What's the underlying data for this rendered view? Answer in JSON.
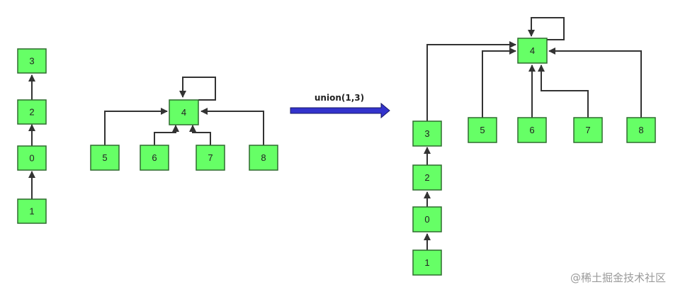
{
  "colors": {
    "node_fill": "#66ff66",
    "node_border": "#2f6b2f",
    "edge": "#333333",
    "op_arrow_fill": "#3333cc",
    "op_arrow_border": "#1a1a66"
  },
  "operation": {
    "label": "union(1,3)",
    "icon": "right-arrow-icon"
  },
  "before": {
    "tree_a": {
      "nodes": [
        "3",
        "2",
        "0",
        "1"
      ],
      "edges": [
        [
          "1",
          "0"
        ],
        [
          "0",
          "2"
        ],
        [
          "2",
          "3"
        ]
      ]
    },
    "tree_b": {
      "nodes": [
        "4",
        "5",
        "6",
        "7",
        "8"
      ],
      "edges": [
        [
          "5",
          "4"
        ],
        [
          "6",
          "4"
        ],
        [
          "7",
          "4"
        ],
        [
          "8",
          "4"
        ],
        [
          "4",
          "4"
        ]
      ]
    }
  },
  "after": {
    "nodes": [
      "4",
      "3",
      "5",
      "6",
      "7",
      "8",
      "2",
      "0",
      "1"
    ],
    "edges": [
      [
        "3",
        "4"
      ],
      [
        "5",
        "4"
      ],
      [
        "6",
        "4"
      ],
      [
        "7",
        "4"
      ],
      [
        "8",
        "4"
      ],
      [
        "4",
        "4"
      ],
      [
        "1",
        "0"
      ],
      [
        "0",
        "2"
      ],
      [
        "2",
        "3"
      ]
    ]
  },
  "watermark": "@稀土掘金技术社区"
}
